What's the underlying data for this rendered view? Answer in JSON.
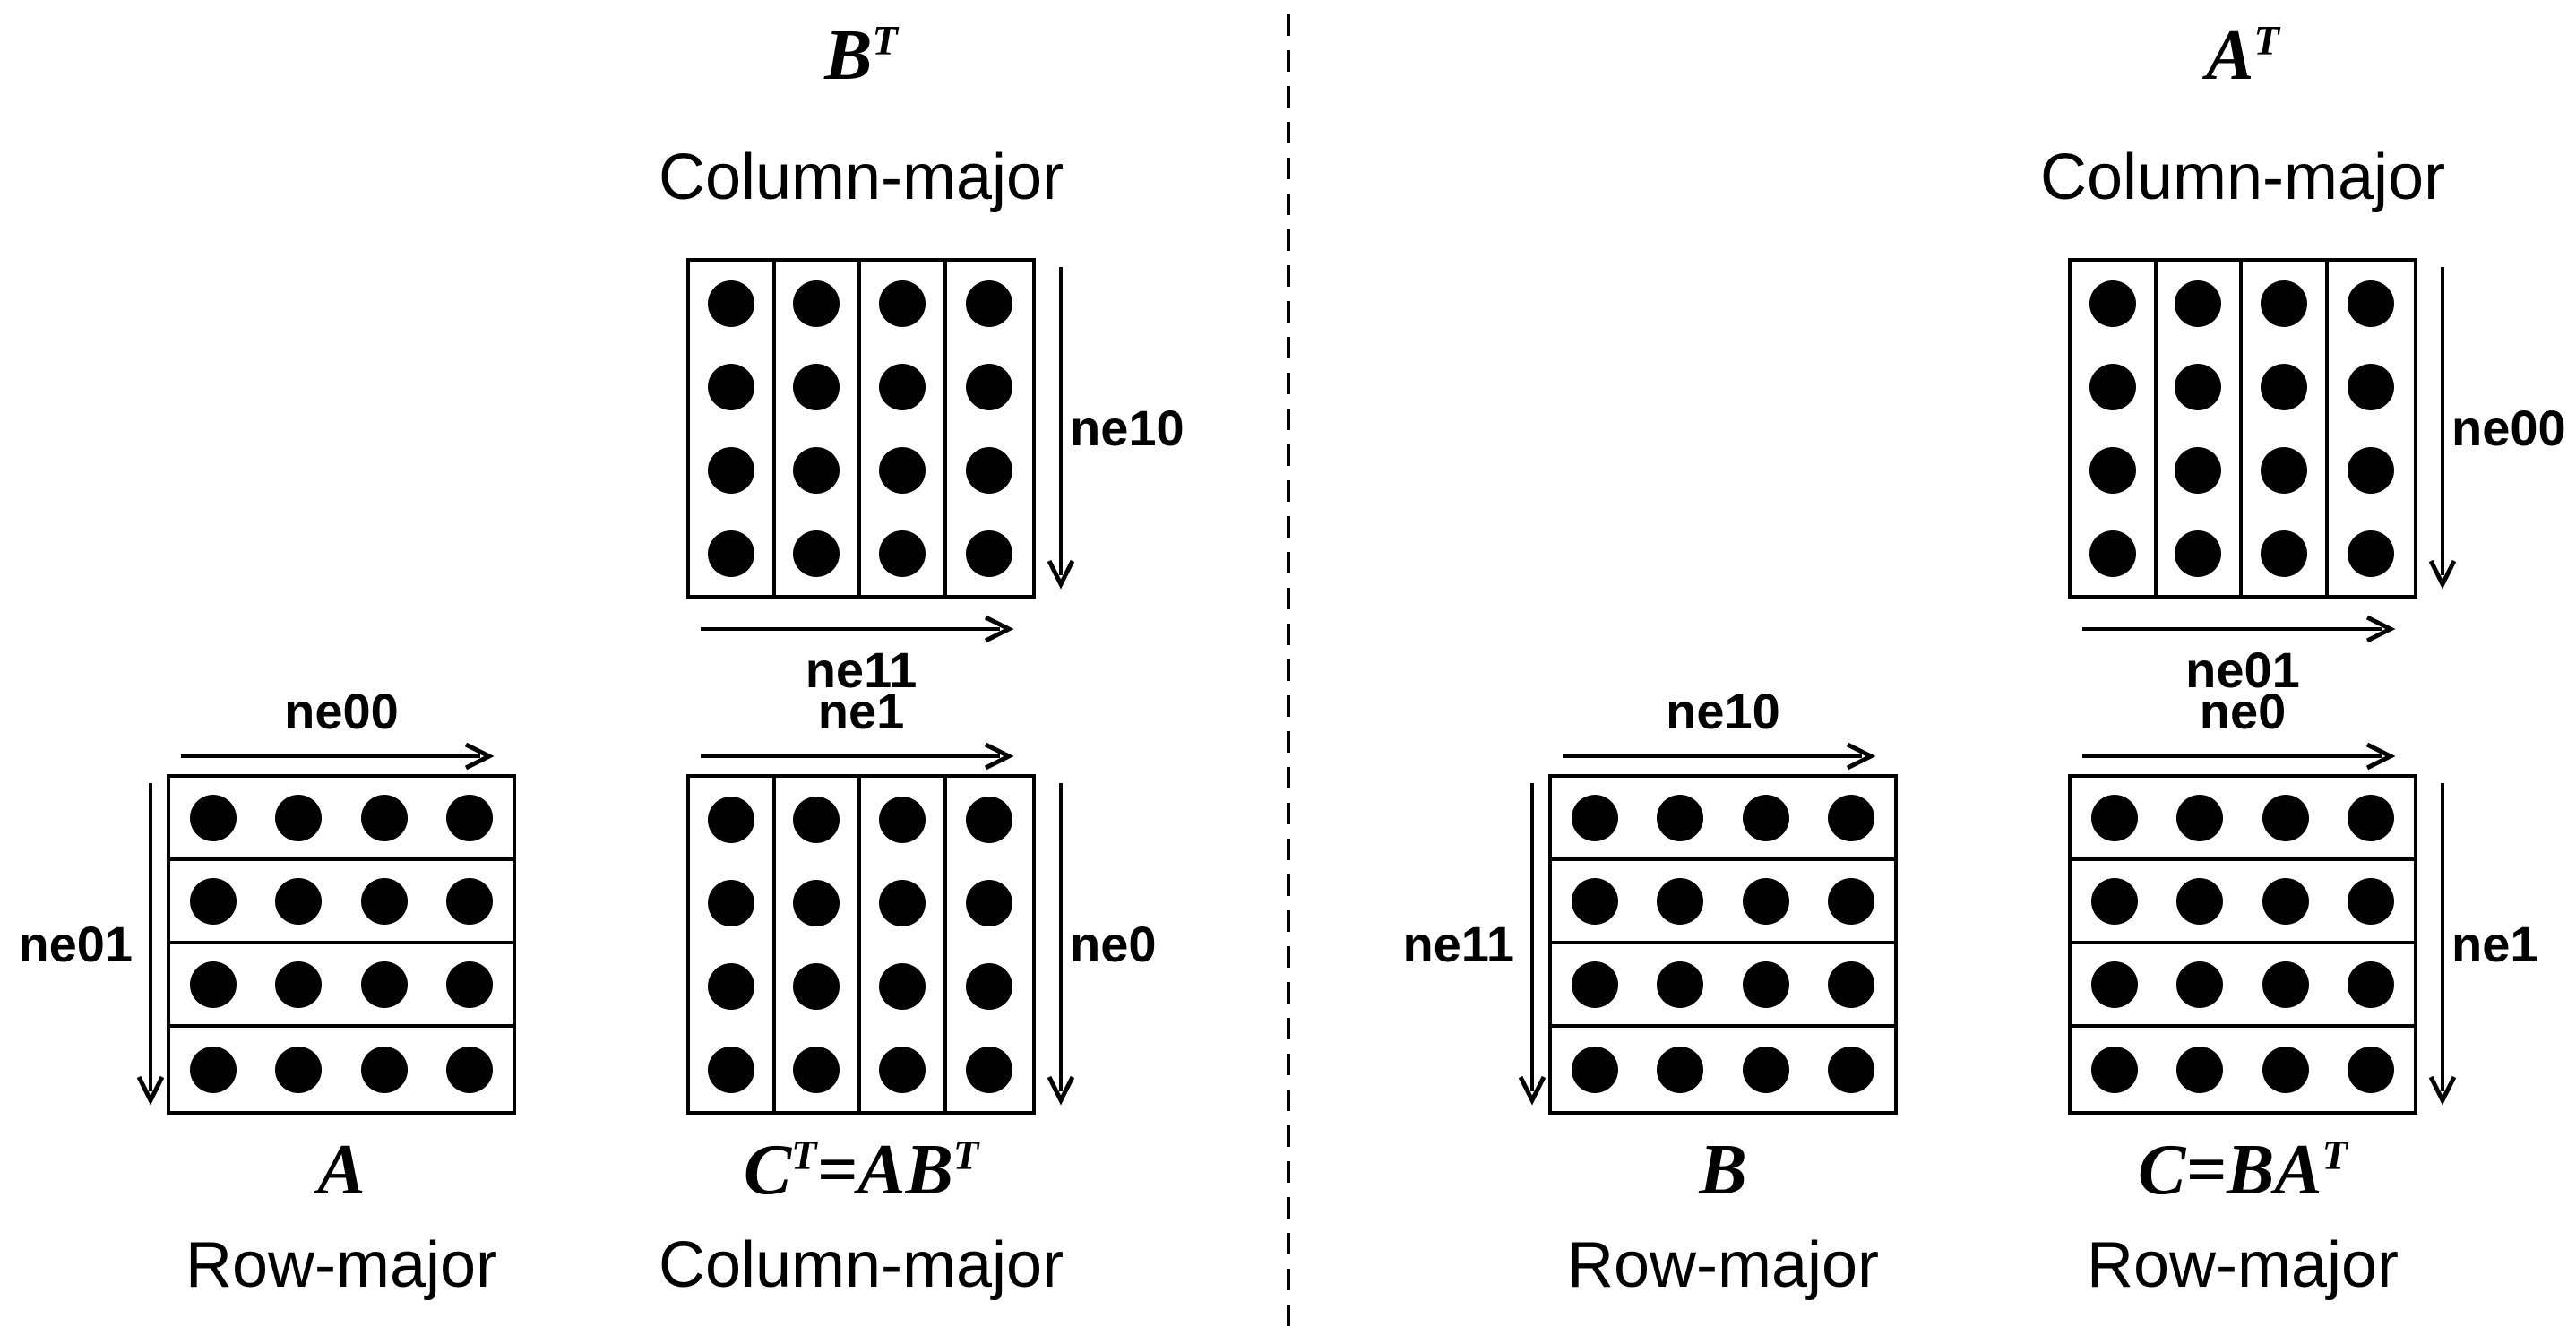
{
  "page": {
    "background": "#ffffff",
    "ink": "#000000"
  },
  "matrices": [
    {
      "name": "B-transpose",
      "title": "B^T",
      "layout": "Column-major",
      "orientation": "column-major",
      "grid": {
        "rows": 4,
        "cols": 4
      },
      "arrows": {
        "right": "ne10",
        "bottom": "ne11"
      }
    },
    {
      "name": "A",
      "title": "A",
      "layout": "Row-major",
      "orientation": "row-major",
      "grid": {
        "rows": 4,
        "cols": 4
      },
      "arrows": {
        "top": "ne00",
        "left": "ne01"
      }
    },
    {
      "name": "C-transpose",
      "title": "C^T=AB^T",
      "layout": "Column-major",
      "orientation": "column-major",
      "grid": {
        "rows": 4,
        "cols": 4
      },
      "arrows": {
        "top": "ne1",
        "right": "ne0"
      }
    },
    {
      "name": "A-transpose",
      "title": "A^T",
      "layout": "Column-major",
      "orientation": "column-major",
      "grid": {
        "rows": 4,
        "cols": 4
      },
      "arrows": {
        "right": "ne00",
        "bottom": "ne01"
      }
    },
    {
      "name": "B",
      "title": "B",
      "layout": "Row-major",
      "orientation": "row-major",
      "grid": {
        "rows": 4,
        "cols": 4
      },
      "arrows": {
        "top": "ne10",
        "left": "ne11"
      }
    },
    {
      "name": "C",
      "title": "C=BA^T",
      "layout": "Row-major",
      "orientation": "row-major",
      "grid": {
        "rows": 4,
        "cols": 4
      },
      "arrows": {
        "top": "ne0",
        "right": "ne1"
      }
    }
  ]
}
